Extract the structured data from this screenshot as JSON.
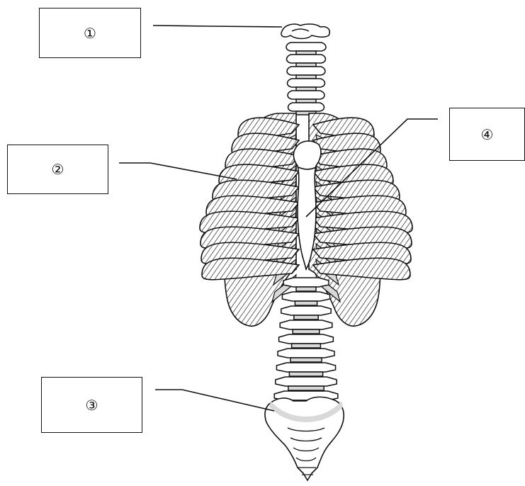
{
  "labels": {
    "label_1": "①",
    "label_2": "②",
    "label_3": "③",
    "label_4": "④"
  },
  "colors": {
    "line": "#111111",
    "bone_fill": "#ffffff",
    "cartilage": "#d9d9d9",
    "hatch": "#222222"
  }
}
